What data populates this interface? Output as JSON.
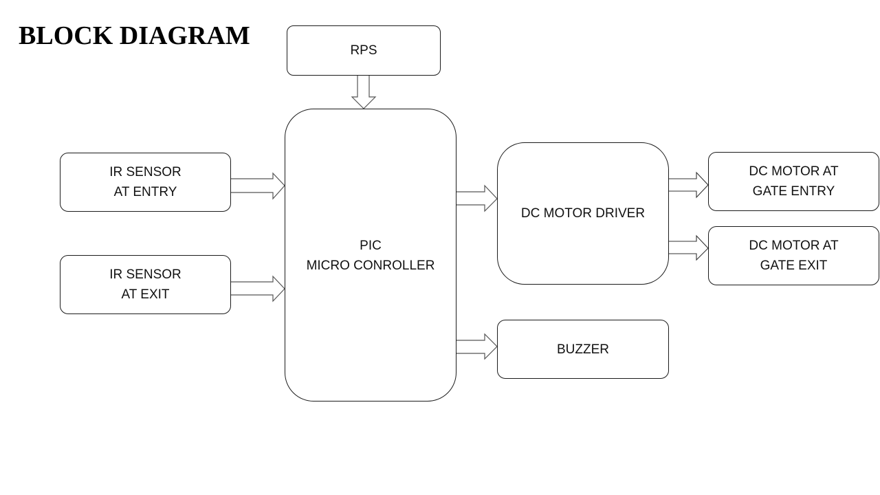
{
  "title": "BLOCK DIAGRAM",
  "blocks": {
    "rps": {
      "lines": [
        "RPS"
      ]
    },
    "ir_entry": {
      "lines": [
        "IR SENSOR",
        "AT ENTRY"
      ]
    },
    "ir_exit": {
      "lines": [
        "IR SENSOR",
        "AT EXIT"
      ]
    },
    "pic": {
      "lines": [
        "PIC",
        "MICRO CONROLLER"
      ]
    },
    "motor_driver": {
      "lines": [
        "DC MOTOR DRIVER"
      ]
    },
    "motor_entry": {
      "lines": [
        "DC MOTOR AT",
        "GATE ENTRY"
      ]
    },
    "motor_exit": {
      "lines": [
        "DC MOTOR AT",
        "GATE EXIT"
      ]
    },
    "buzzer": {
      "lines": [
        "BUZZER"
      ]
    }
  },
  "connections": [
    {
      "from": "RPS",
      "to": "PIC MICRO CONROLLER"
    },
    {
      "from": "IR SENSOR AT ENTRY",
      "to": "PIC MICRO CONROLLER"
    },
    {
      "from": "IR SENSOR AT EXIT",
      "to": "PIC MICRO CONROLLER"
    },
    {
      "from": "PIC MICRO CONROLLER",
      "to": "DC MOTOR DRIVER"
    },
    {
      "from": "PIC MICRO CONROLLER",
      "to": "BUZZER"
    },
    {
      "from": "DC MOTOR DRIVER",
      "to": "DC MOTOR AT GATE ENTRY"
    },
    {
      "from": "DC MOTOR DRIVER",
      "to": "DC MOTOR AT GATE EXIT"
    }
  ],
  "colors": {
    "stroke": "#1a1a1a",
    "arrow_stroke": "#555555",
    "background": "#ffffff"
  }
}
